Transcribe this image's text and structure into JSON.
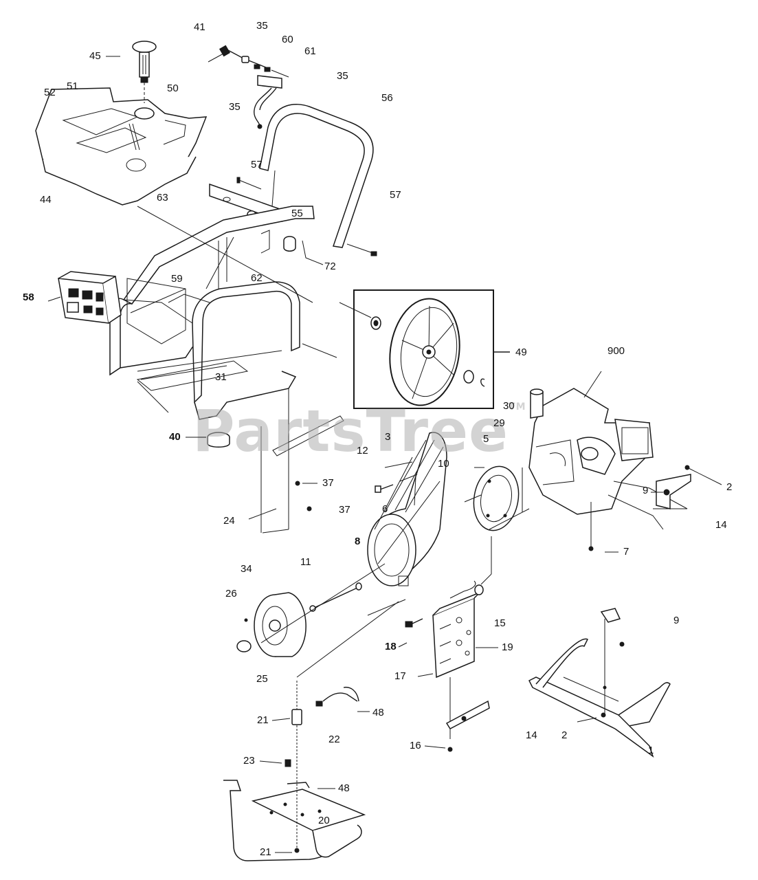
{
  "watermark": {
    "text": "PartsTree",
    "mark": "TM"
  },
  "callouts": [
    {
      "id": "c41",
      "text": "41"
    },
    {
      "id": "c35a",
      "text": "35"
    },
    {
      "id": "c60",
      "text": "60"
    },
    {
      "id": "c61",
      "text": "61"
    },
    {
      "id": "c35b",
      "text": "35"
    },
    {
      "id": "c45",
      "text": "45"
    },
    {
      "id": "c52",
      "text": "52"
    },
    {
      "id": "c51",
      "text": "51"
    },
    {
      "id": "c50",
      "text": "50"
    },
    {
      "id": "c35c",
      "text": "35"
    },
    {
      "id": "c56",
      "text": "56"
    },
    {
      "id": "c44",
      "text": "44"
    },
    {
      "id": "c63",
      "text": "63"
    },
    {
      "id": "c57a",
      "text": "57"
    },
    {
      "id": "c57b",
      "text": "57"
    },
    {
      "id": "c55",
      "text": "55"
    },
    {
      "id": "c62",
      "text": "62"
    },
    {
      "id": "c72",
      "text": "72"
    },
    {
      "id": "c58",
      "text": "58"
    },
    {
      "id": "c59",
      "text": "59"
    },
    {
      "id": "c49",
      "text": "49"
    },
    {
      "id": "c900",
      "text": "900"
    },
    {
      "id": "c31",
      "text": "31"
    },
    {
      "id": "c40",
      "text": "40"
    },
    {
      "id": "c30",
      "text": "30"
    },
    {
      "id": "c29",
      "text": "29"
    },
    {
      "id": "c3",
      "text": "3"
    },
    {
      "id": "c12",
      "text": "12"
    },
    {
      "id": "c5",
      "text": "5"
    },
    {
      "id": "c10",
      "text": "10"
    },
    {
      "id": "c2a",
      "text": "2"
    },
    {
      "id": "c9a",
      "text": "9"
    },
    {
      "id": "c14a",
      "text": "14"
    },
    {
      "id": "c37a",
      "text": "37"
    },
    {
      "id": "c37b",
      "text": "37"
    },
    {
      "id": "c24",
      "text": "24"
    },
    {
      "id": "c6",
      "text": "6"
    },
    {
      "id": "c7",
      "text": "7"
    },
    {
      "id": "c8",
      "text": "8"
    },
    {
      "id": "c11",
      "text": "11"
    },
    {
      "id": "c34",
      "text": "34"
    },
    {
      "id": "c26",
      "text": "26"
    },
    {
      "id": "c25",
      "text": "25"
    },
    {
      "id": "c15",
      "text": "15"
    },
    {
      "id": "c9b",
      "text": "9"
    },
    {
      "id": "c18",
      "text": "18"
    },
    {
      "id": "c19",
      "text": "19"
    },
    {
      "id": "c17",
      "text": "17"
    },
    {
      "id": "c21a",
      "text": "21"
    },
    {
      "id": "c22",
      "text": "22"
    },
    {
      "id": "c48a",
      "text": "48"
    },
    {
      "id": "c14b",
      "text": "14"
    },
    {
      "id": "c2b",
      "text": "2"
    },
    {
      "id": "c1",
      "text": "1"
    },
    {
      "id": "c16",
      "text": "16"
    },
    {
      "id": "c23",
      "text": "23"
    },
    {
      "id": "c48b",
      "text": "48"
    },
    {
      "id": "c20",
      "text": "20"
    },
    {
      "id": "c21b",
      "text": "21"
    }
  ]
}
